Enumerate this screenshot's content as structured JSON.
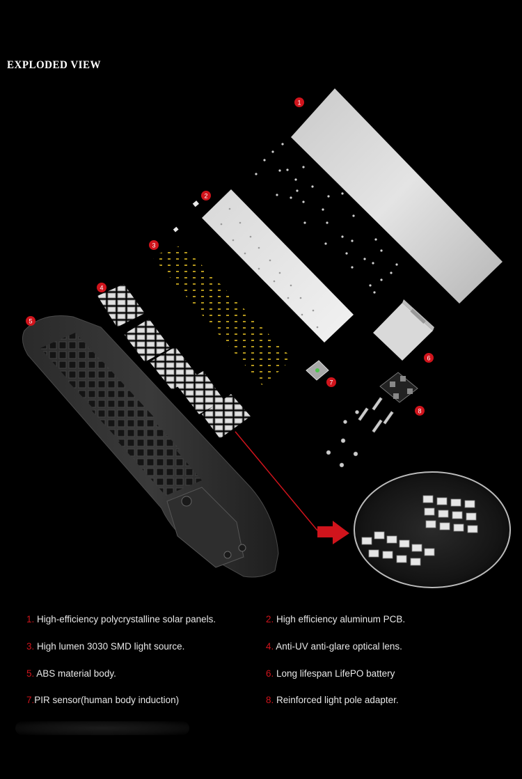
{
  "title": "EXPLODED VIEW",
  "callouts": [
    "1",
    "2",
    "3",
    "4",
    "5",
    "6",
    "7",
    "8"
  ],
  "legend": [
    {
      "num": "1.",
      "text": " High-efficiency polycrystalline solar panels."
    },
    {
      "num": "2.",
      "text": " High efficiency aluminum PCB."
    },
    {
      "num": "3.",
      "text": " High lumen 3030 SMD light source."
    },
    {
      "num": "4.",
      "text": " Anti-UV anti-glare optical lens."
    },
    {
      "num": "5.",
      "text": " ABS material body."
    },
    {
      "num": "6.",
      "text": " Long lifespan LifePO battery"
    },
    {
      "num": "7.",
      "text": "PIR sensor(human body induction)"
    },
    {
      "num": "8.",
      "text": "  Reinforced light pole adapter."
    }
  ],
  "colors": {
    "accent": "#d0141c",
    "background": "#000000",
    "text": "#e8e8e8"
  }
}
